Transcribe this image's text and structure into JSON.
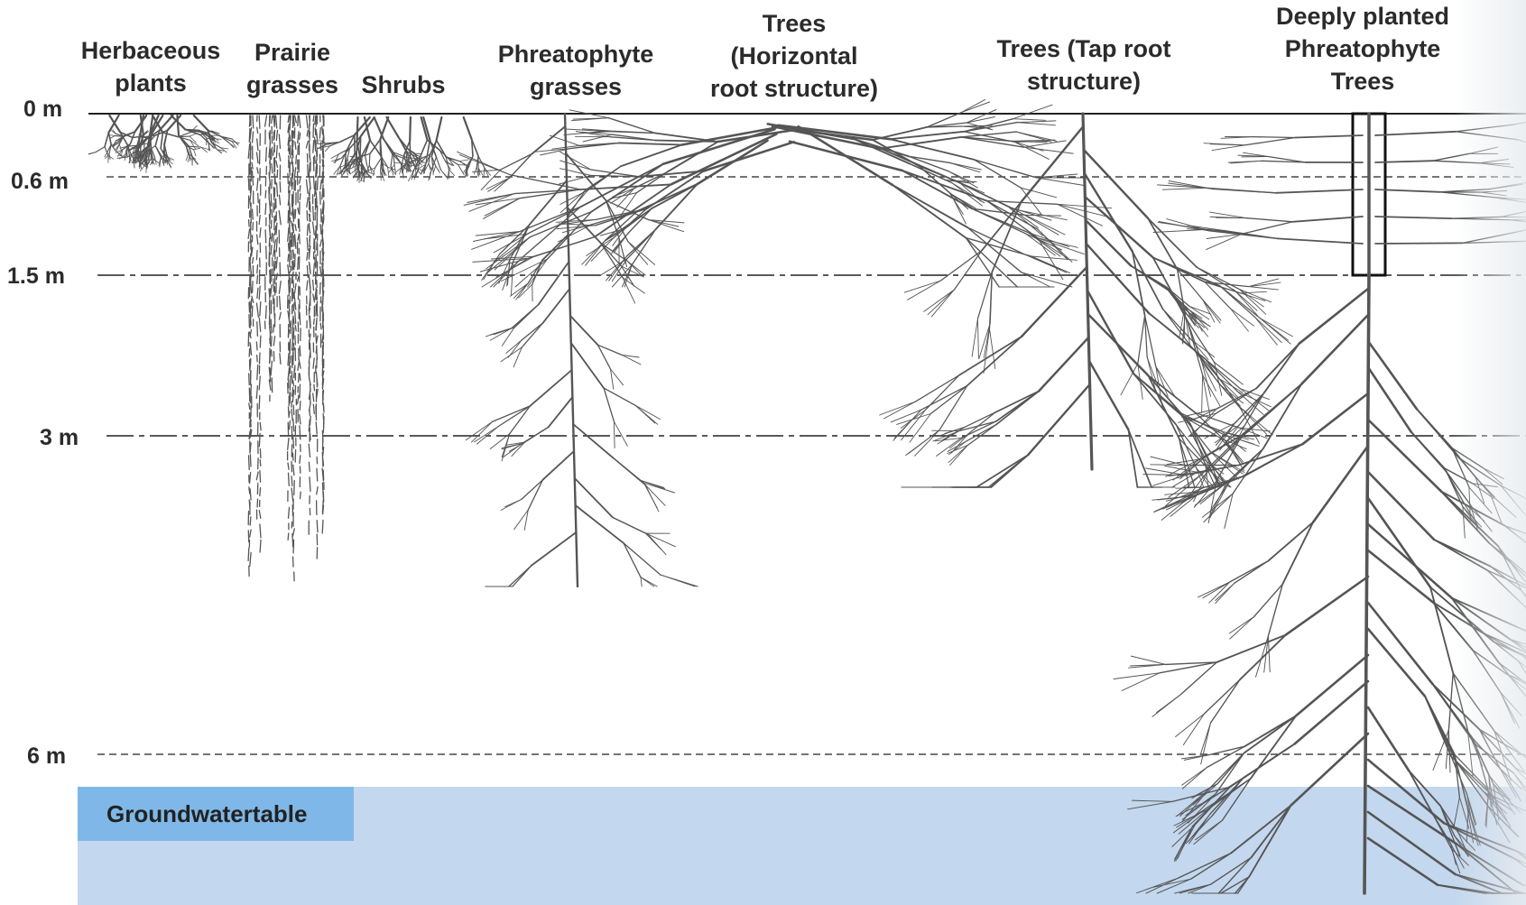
{
  "depth_labels": [
    "0 m",
    "0.6 m",
    "1.5 m",
    "3 m",
    "6 m"
  ],
  "plant_labels": [
    "Herbaceous\nplants",
    "Prairie\ngrasses",
    "Shrubs",
    "Phreatophyte\ngrasses",
    "Trees\n(Horizontal\nroot structure)",
    "Trees (Tap root\nstructure)",
    "Deeply planted\nPhreatophyte\nTrees"
  ],
  "groundwater_label": "Groundwatertable",
  "colors": {
    "groundwater": "#c3d7ee",
    "groundwater_label_bg": "#7fb8e8",
    "roots": "#555555",
    "text": "#2b2b2b"
  }
}
